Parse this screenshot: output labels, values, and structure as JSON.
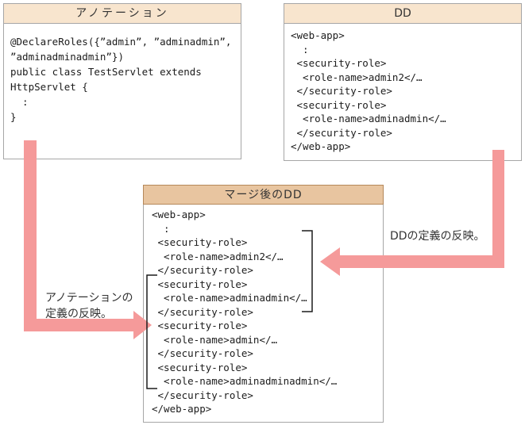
{
  "panels": {
    "annotation": {
      "title": "アノテーション",
      "code_lines": [
        "@DeclareRoles({”admin”, ”adminadmin”,",
        "”adminadminadmin”})",
        "public class TestServlet extends",
        "HttpServlet {",
        "  :",
        "}"
      ]
    },
    "dd": {
      "title": "DD",
      "code_lines": [
        "<web-app>",
        "  :",
        " <security-role>",
        "  <role-name>admin2</…",
        " </security-role>",
        " <security-role>",
        "  <role-name>adminadmin</…",
        " </security-role>",
        "</web-app>"
      ]
    },
    "merged": {
      "title": "マージ後のDD",
      "code_lines": [
        "<web-app>",
        "  :",
        " <security-role>",
        "  <role-name>admin2</…",
        " </security-role>",
        " <security-role>",
        "  <role-name>adminadmin</…",
        " </security-role>",
        " <security-role>",
        "  <role-name>admin</…",
        " </security-role>",
        " <security-role>",
        "  <role-name>adminadminadmin</…",
        " </security-role>",
        "</web-app>"
      ]
    }
  },
  "arrow_labels": {
    "annotation_line1": "アノテーションの",
    "annotation_line2": "定義の反映。",
    "dd": "DDの定義の反映。"
  },
  "colors": {
    "header_light": "#f8e5ce",
    "header_dark": "#e8c5a0",
    "header_dark_border": "#b5885a",
    "panel_border": "#a6a6a6",
    "arrow_pink": "#f59a9a",
    "bracket": "#1c1c1c",
    "code_text": "#1c1c1c",
    "label_text": "#333333",
    "title_text": "#333333"
  }
}
